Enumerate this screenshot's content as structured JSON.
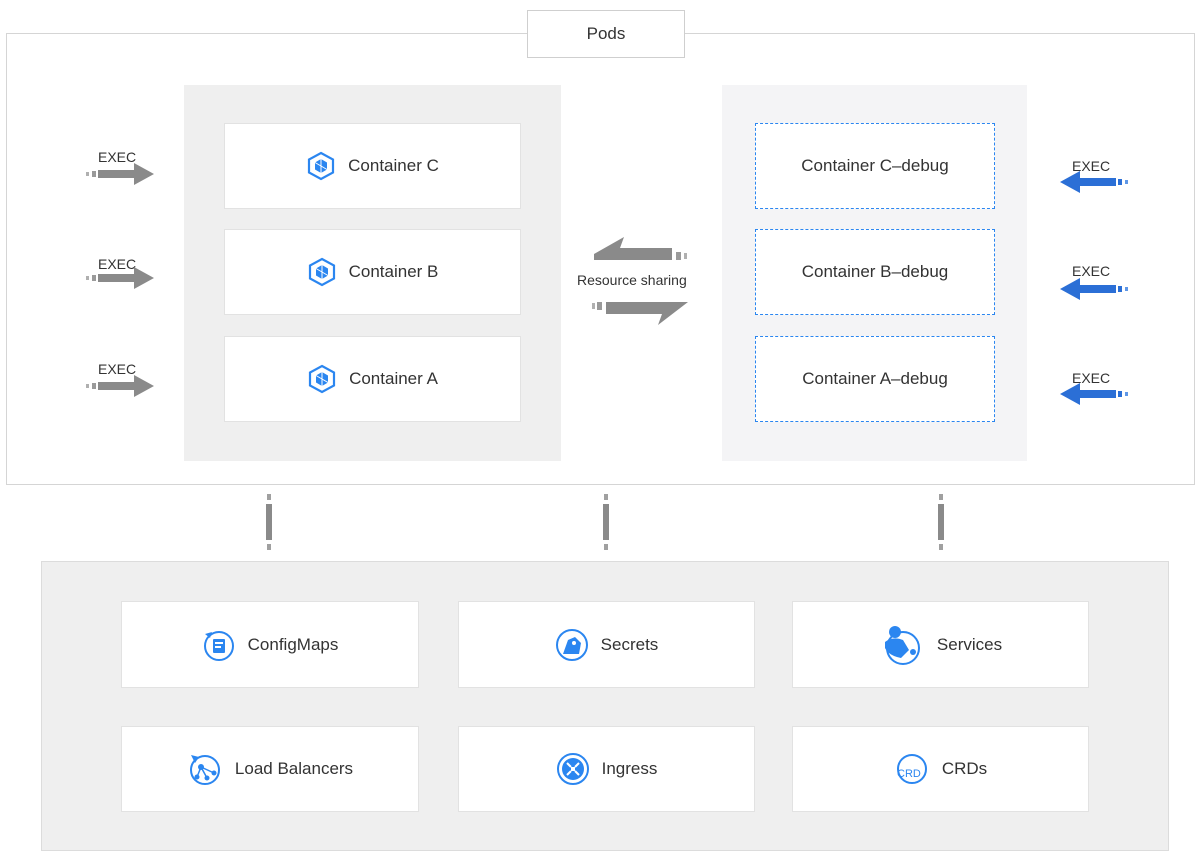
{
  "pods": {
    "title": "Pods"
  },
  "exec_label": "EXEC",
  "containers": [
    {
      "label": "Container C"
    },
    {
      "label": "Container B"
    },
    {
      "label": "Container A"
    }
  ],
  "debug_containers": [
    {
      "label": "Container C–debug"
    },
    {
      "label": "Container B–debug"
    },
    {
      "label": "Container A–debug"
    }
  ],
  "resource_sharing": "Resource sharing",
  "resources": [
    {
      "label": "ConfigMaps",
      "icon": "configmap-icon"
    },
    {
      "label": "Secrets",
      "icon": "secret-icon"
    },
    {
      "label": "Services",
      "icon": "service-icon"
    },
    {
      "label": "Load Balancers",
      "icon": "load-balancer-icon"
    },
    {
      "label": "Ingress",
      "icon": "ingress-icon"
    },
    {
      "label": "CRDs",
      "icon": "crd-icon",
      "icon_text": "CRD"
    }
  ],
  "colors": {
    "accent": "#2b86f0",
    "gray_arrow": "#8a8a8a",
    "panel": "#efefef"
  }
}
